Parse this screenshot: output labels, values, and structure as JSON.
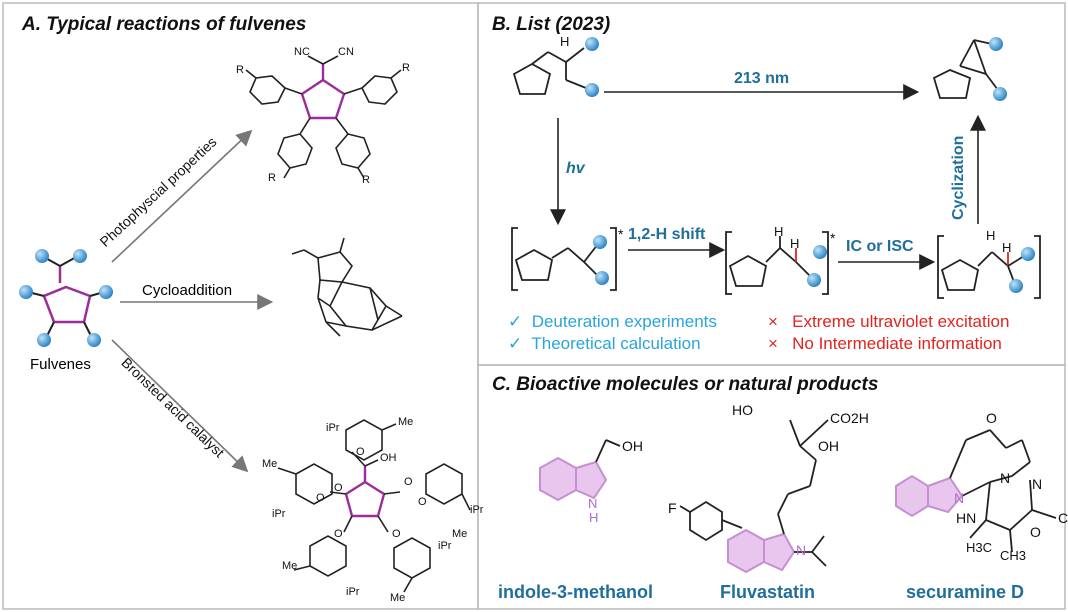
{
  "panelA": {
    "title": "A. Typical  reactions of fulvenes",
    "branch_top": "Photophyscial properties",
    "branch_middle": "Cycloaddition",
    "branch_bottom": "Bronsted acid calalyst",
    "start_label": "Fulvenes",
    "top_substituents": [
      "NC",
      "CN",
      "R",
      "R",
      "R",
      "R"
    ],
    "bottom_substituents": [
      "Me",
      "iPr",
      "Me",
      "iPr",
      "OH",
      "O",
      "O",
      "O",
      "O",
      "O",
      "O",
      "O",
      "Me",
      "Me",
      "Me",
      "iPr",
      "iPr",
      "iPr"
    ]
  },
  "panelB": {
    "title": "B. List (2023)",
    "arrow_top": "213 nm",
    "arrow_down": "hv",
    "arrow_shift": "1,2-H shift",
    "arrow_ic": "IC or ISC",
    "arrow_up": "Cyclization",
    "h_labels": [
      "H",
      "H",
      "H",
      "H",
      "H"
    ],
    "excited_marks": [
      "*",
      "*"
    ],
    "pros": [
      "Deuteration experiments",
      "Theoretical calculation"
    ],
    "cons": [
      "Extreme ultraviolet excitation",
      "No Intermediate information"
    ],
    "check": "✓",
    "cross": "×"
  },
  "panelC": {
    "title": "C. Bioactive molecules or natural products",
    "molecules": [
      {
        "name": "indole-3-methanol",
        "labels": [
          "OH",
          "N",
          "H"
        ]
      },
      {
        "name": "Fluvastatin",
        "labels": [
          "HO",
          "CO2H",
          "OH",
          "F",
          "N"
        ]
      },
      {
        "name": "securamine D",
        "labels": [
          "O",
          "N",
          "N",
          "N",
          "HN",
          "O",
          "Cl",
          "H3C",
          "CH3"
        ]
      }
    ]
  },
  "colors": {
    "accent": "#1f6e9c",
    "cyan": "#2aa5d6",
    "red": "#e0241f",
    "purple": "#9b2d9b",
    "ball": "#4aa3dc",
    "pink": "#d9a6e0",
    "arrow": "#777777",
    "border": "#bbbbbb"
  }
}
